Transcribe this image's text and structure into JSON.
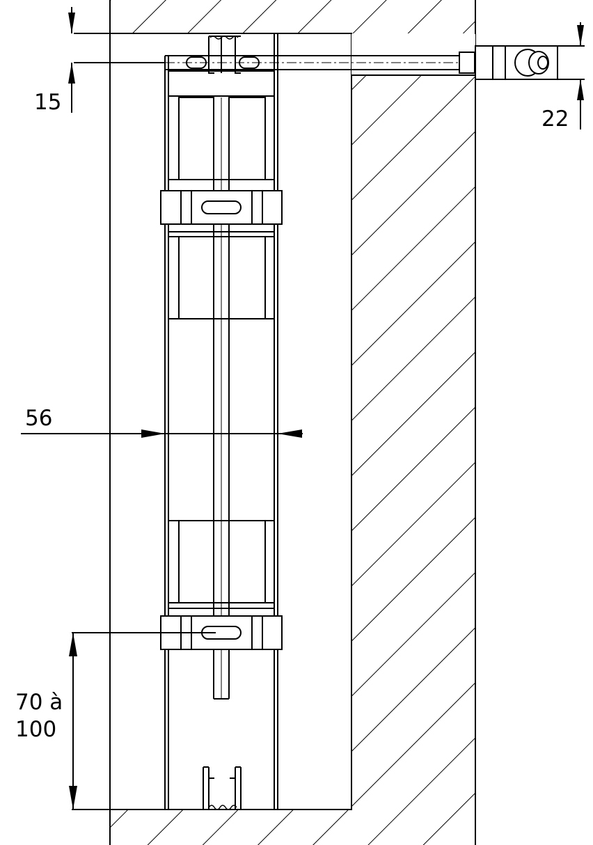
{
  "dimensions": {
    "top_gap": "15",
    "rod_offset": "22",
    "rail_width": "56",
    "bottom_range": "70 à\n100"
  },
  "colors": {
    "line": "#000000",
    "background": "#ffffff"
  }
}
